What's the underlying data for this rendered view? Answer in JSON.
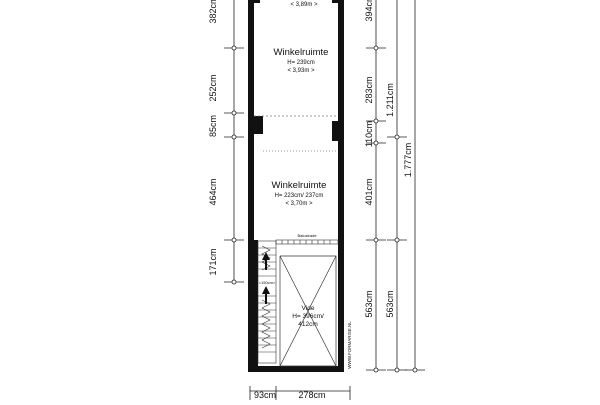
{
  "rooms": [
    {
      "name": "",
      "height": "",
      "area": "< 3,89m >"
    },
    {
      "name": "Winkelruimte",
      "height": "H= 239cm",
      "area": "< 3,93m >"
    },
    {
      "name": "Winkelruimte",
      "height": "H= 223cm/ 237cm",
      "area": "< 3,70m >"
    },
    {
      "name": "Vide",
      "height": "H= 396cm/",
      "area": "412cm"
    }
  ],
  "labels": {
    "stair_top": "Balustrade",
    "stair_mid": "<150cm>",
    "watermark": "WWW.FORMARISE.NL"
  },
  "dimensions": {
    "left": [
      "382cm",
      "252cm",
      "85cm",
      "464cm",
      "171cm"
    ],
    "right_inner": [
      "394cm",
      "283cm",
      "110cm",
      "401cm",
      "563cm"
    ],
    "right_middle": [
      "1.211cm",
      "563cm"
    ],
    "right_outer": [
      "1.777cm"
    ],
    "bottom": [
      "93cm",
      "278cm"
    ]
  }
}
